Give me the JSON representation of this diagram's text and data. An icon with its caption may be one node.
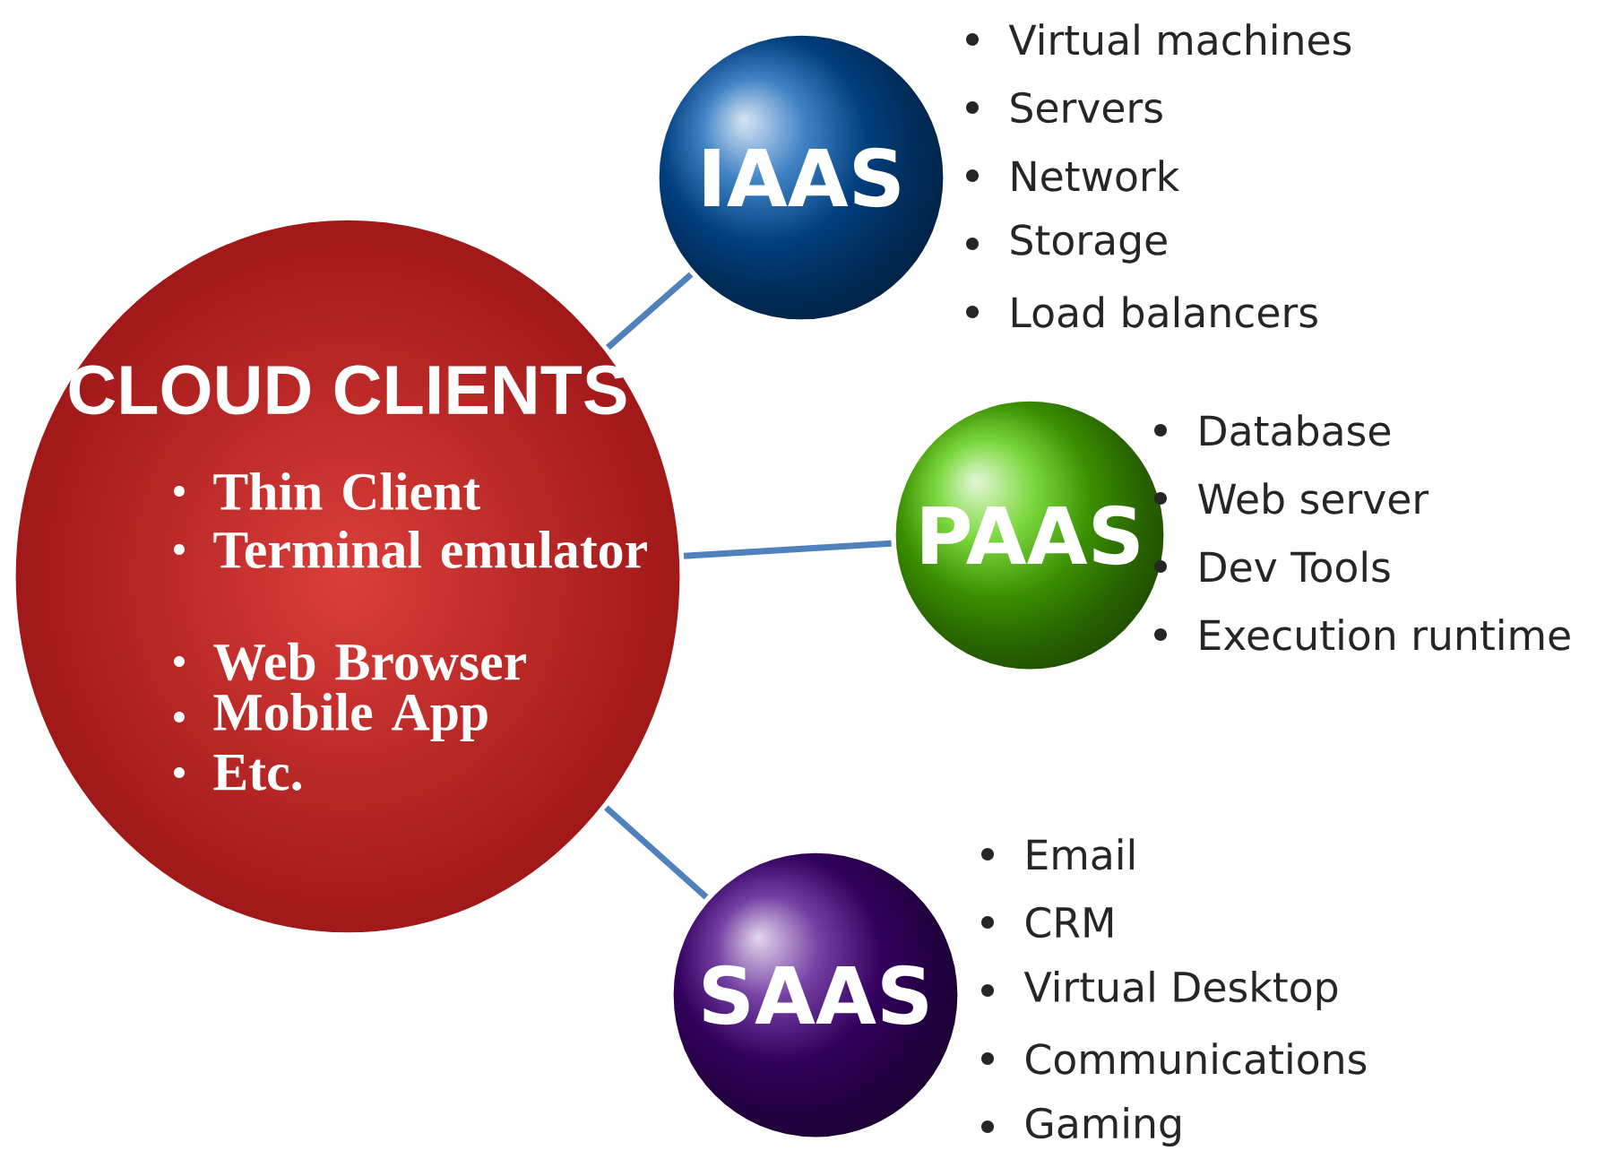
{
  "diagram": {
    "nodes": [
      {
        "text": [
          "CLOUD CLIENTS",
          "Thin Client",
          "Terminal emulator",
          "Web Browser",
          "Mobile App",
          "Etc."
        ]
      },
      {
        "text": [
          "IAAS"
        ],
        "beside": [
          "Virtual machines",
          "Servers",
          "Network",
          "Storage",
          "Load balancers"
        ]
      },
      {
        "text": [
          "PAAS"
        ],
        "beside": [
          "Database",
          "Web server",
          "Dev Tools",
          "Execution runtime"
        ]
      },
      {
        "text": [
          "SAAS"
        ],
        "beside": [
          "Email",
          "CRM",
          "Virtual Desktop",
          "Communications",
          "Gaming"
        ]
      }
    ],
    "edges": [
      {
        "from": 0,
        "to": 1,
        "arrow": "none"
      },
      {
        "from": 0,
        "to": 2,
        "arrow": "none"
      },
      {
        "from": 0,
        "to": 3,
        "arrow": "none"
      }
    ]
  }
}
